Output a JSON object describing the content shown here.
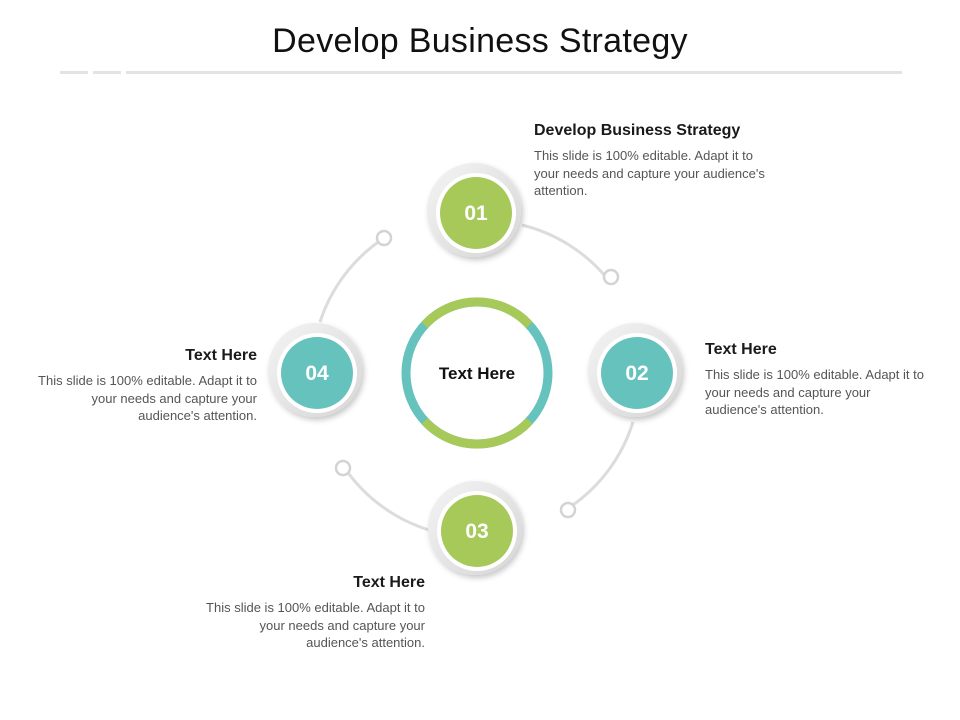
{
  "title": "Develop Business Strategy",
  "center_label": "Text Here",
  "nodes": [
    {
      "number": "01",
      "color": "#a6c95a",
      "heading": "Develop Business Strategy",
      "body": "This slide is 100% editable. Adapt it to your needs and capture your audience's attention."
    },
    {
      "number": "02",
      "color": "#66c2bd",
      "heading": "Text Here",
      "body": "This slide is 100% editable. Adapt it to your needs and capture your audience's attention."
    },
    {
      "number": "03",
      "color": "#a6c95a",
      "heading": "Text Here",
      "body": "This slide is 100% editable. Adapt it to your needs and capture your audience's attention."
    },
    {
      "number": "04",
      "color": "#66c2bd",
      "heading": "Text Here",
      "body": "This slide is 100% editable. Adapt it to your needs and capture your audience's attention."
    }
  ],
  "colors": {
    "green": "#a6c95a",
    "teal": "#66c2bd",
    "connector": "#dcdcdc"
  }
}
